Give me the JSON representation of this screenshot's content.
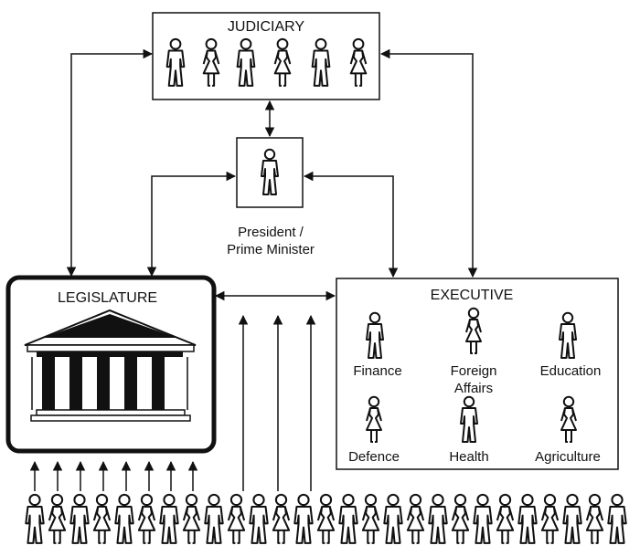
{
  "diagram": {
    "judiciary": {
      "label": "JUDICIARY",
      "members": [
        "man",
        "woman",
        "man",
        "woman",
        "man",
        "woman"
      ]
    },
    "president": {
      "line1": "President /",
      "line2": "Prime Minister",
      "figure": "man"
    },
    "legislature": {
      "label": "LEGISLATURE",
      "icon": "parliament-building-icon"
    },
    "executive": {
      "label": "EXECUTIVE",
      "ministries": [
        {
          "label": "Finance",
          "figure": "man"
        },
        {
          "label": "Foreign",
          "label2": "Affairs",
          "figure": "woman"
        },
        {
          "label": "Education",
          "figure": "man"
        },
        {
          "label": "Defence",
          "figure": "woman"
        },
        {
          "label": "Health",
          "figure": "man"
        },
        {
          "label": "Agriculture",
          "figure": "woman"
        }
      ]
    },
    "citizens": {
      "count": 27,
      "arrows_to_legislature": 8,
      "arrows_to_center": 3
    }
  }
}
